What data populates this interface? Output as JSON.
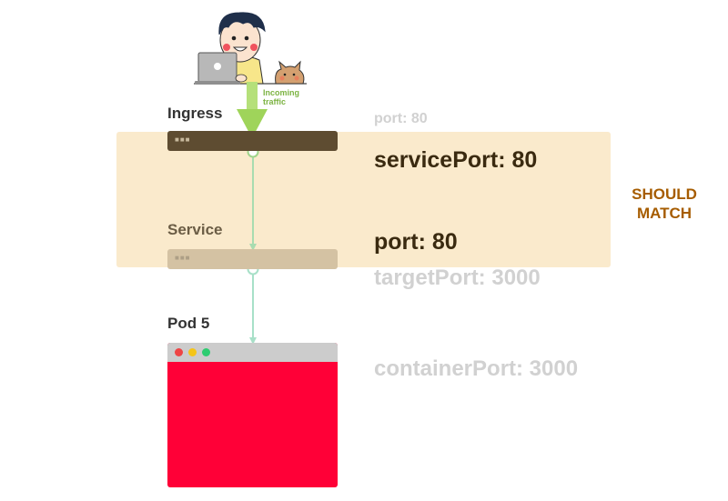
{
  "labels": {
    "ingress": "Ingress",
    "service": "Service",
    "pod": "Pod 5",
    "incoming_traffic": "Incoming traffic"
  },
  "ports": {
    "port_top": "port: 80",
    "service_port": "servicePort: 80",
    "port": "port: 80",
    "target_port": "targetPort: 3000",
    "container_port": "containerPort: 3000"
  },
  "callout": {
    "line1": "SHOULD",
    "line2": "MATCH"
  },
  "colors": {
    "highlight_band": "#fae8c8",
    "ingress_bar": "#5e4c31",
    "service_bar": "#d4c2a3",
    "pod_body": "#ff0037",
    "pod_chrome": "#cccccc",
    "ingress_arrow": "#9ed68c",
    "service_arrow": "#a8e0c8",
    "incoming_arrow": "#b5e07a",
    "callout_text": "#a65c00",
    "window_dot_red": "#ee4444",
    "window_dot_yellow": "#f5c518",
    "window_dot_green": "#2ecc71"
  },
  "icons": {
    "user": "person-with-laptop-icon",
    "cat": "cat-icon",
    "window_controls": "window-dots-icon"
  }
}
